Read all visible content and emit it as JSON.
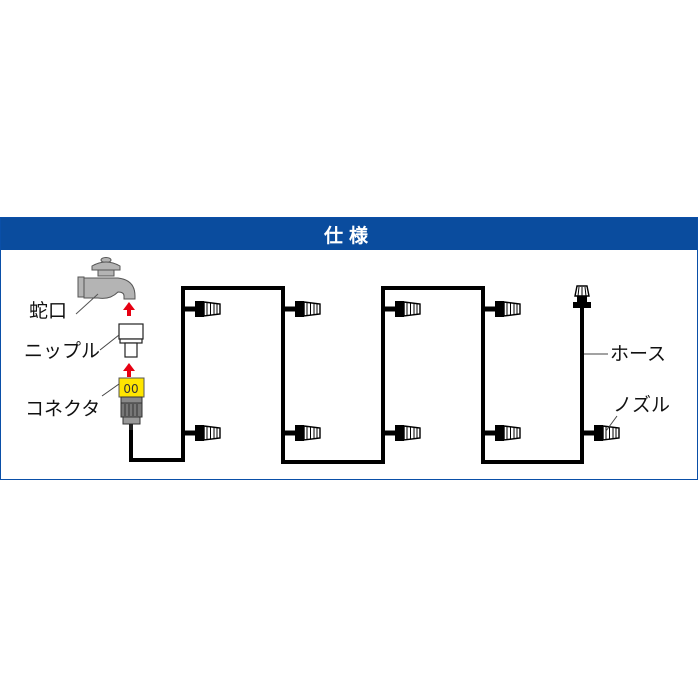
{
  "header": {
    "title": "仕様",
    "background": "#0a4c9e"
  },
  "labels": {
    "faucet": "蛇口",
    "nipple": "ニップル",
    "connector": "コネクタ",
    "hose": "ホース",
    "nozzle": "ノズル"
  },
  "colors": {
    "frame_border": "#0a4fa8",
    "arrow": "#e60012",
    "connector_body": "#ffe600",
    "faucet": "#b4b4b4",
    "hose": "#000000"
  },
  "connector_marking": "00",
  "nozzle_count": 9
}
